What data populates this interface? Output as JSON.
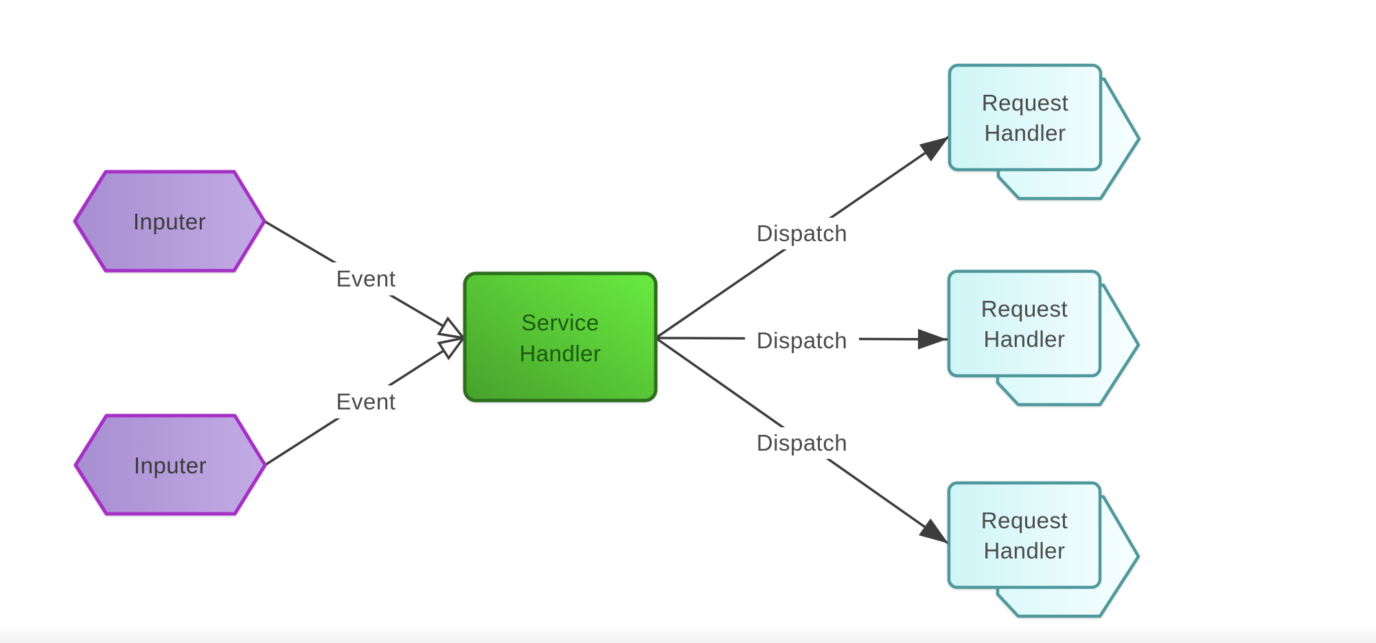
{
  "diagram": {
    "colors": {
      "background": "#ffffff",
      "edge": "#3d3d3d",
      "edge_label_text": "#4a4a4a",
      "inputer_border": "#a62fc5",
      "inputer_fill_start": "#a78ed1",
      "inputer_fill_end": "#c2abe5",
      "inputer_text": "#3a3a3a",
      "service_border": "#2d6e1e",
      "service_fill_start": "#47a12c",
      "service_fill_end": "#69ec40",
      "service_text": "#1d5a12",
      "request_border": "#4f989c",
      "request_fill_start": "#cff5f6",
      "request_fill_end": "#f0fdfe",
      "request_back_fill_start": "#dcf9fa",
      "request_back_fill_end": "#f6feff",
      "request_text": "#4a4a4a",
      "open_arrowhead_fill": "#ffffff",
      "footer_band": "#f2f2f2"
    },
    "nodes": {
      "inputer_top": {
        "shape": "hexagon",
        "label": "Inputer"
      },
      "inputer_bottom": {
        "shape": "hexagon",
        "label": "Inputer"
      },
      "service_handler": {
        "shape": "rounded-rectangle",
        "label_line1": "Service",
        "label_line2": "Handler"
      },
      "request_handler_top": {
        "shape": "stacked-card",
        "label_line1": "Request",
        "label_line2": "Handler"
      },
      "request_handler_middle": {
        "shape": "stacked-card",
        "label_line1": "Request",
        "label_line2": "Handler"
      },
      "request_handler_bottom": {
        "shape": "stacked-card",
        "label_line1": "Request",
        "label_line2": "Handler"
      }
    },
    "edges": {
      "event_top": {
        "from": "inputer_top",
        "to": "service_handler",
        "label": "Event",
        "arrowhead": "open"
      },
      "event_bottom": {
        "from": "inputer_bottom",
        "to": "service_handler",
        "label": "Event",
        "arrowhead": "open"
      },
      "dispatch_top": {
        "from": "service_handler",
        "to": "request_handler_top",
        "label": "Dispatch",
        "arrowhead": "filled"
      },
      "dispatch_middle": {
        "from": "service_handler",
        "to": "request_handler_middle",
        "label": "Dispatch",
        "arrowhead": "filled"
      },
      "dispatch_bottom": {
        "from": "service_handler",
        "to": "request_handler_bottom",
        "label": "Dispatch",
        "arrowhead": "filled"
      }
    }
  }
}
